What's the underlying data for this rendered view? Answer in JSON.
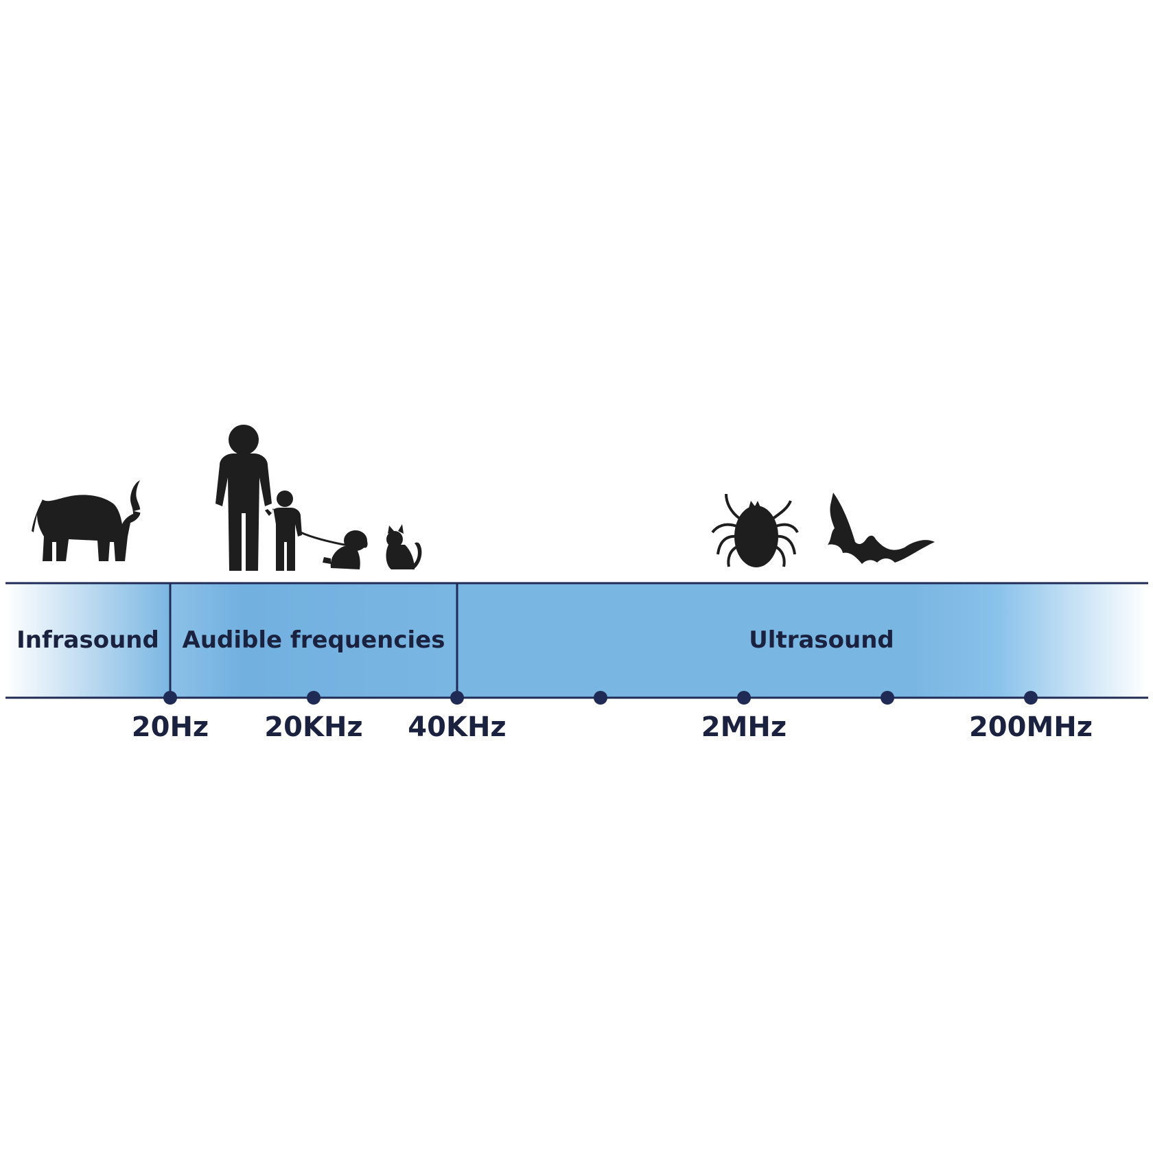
{
  "colors": {
    "band_fill": "#7ab6e2",
    "band_fill_mid": "#72b0e0",
    "line": "#1f2b55",
    "text": "#1b2240",
    "silhouette": "#1e1e1e"
  },
  "bands": [
    {
      "id": "infrasound",
      "label": "Infrasound"
    },
    {
      "id": "audible",
      "label": "Audible frequencies"
    },
    {
      "id": "ultrasound",
      "label": "Ultrasound"
    }
  ],
  "ticks": [
    {
      "label": "20Hz"
    },
    {
      "label": "20KHz"
    },
    {
      "label": "40KHz"
    },
    {
      "label": ""
    },
    {
      "label": "2MHz"
    },
    {
      "label": ""
    },
    {
      "label": "200MHz"
    }
  ],
  "icons": [
    "elephant-icon",
    "adult-person-icon",
    "child-person-icon",
    "dog-icon",
    "cat-icon",
    "tick-insect-icon",
    "bat-icon"
  ]
}
